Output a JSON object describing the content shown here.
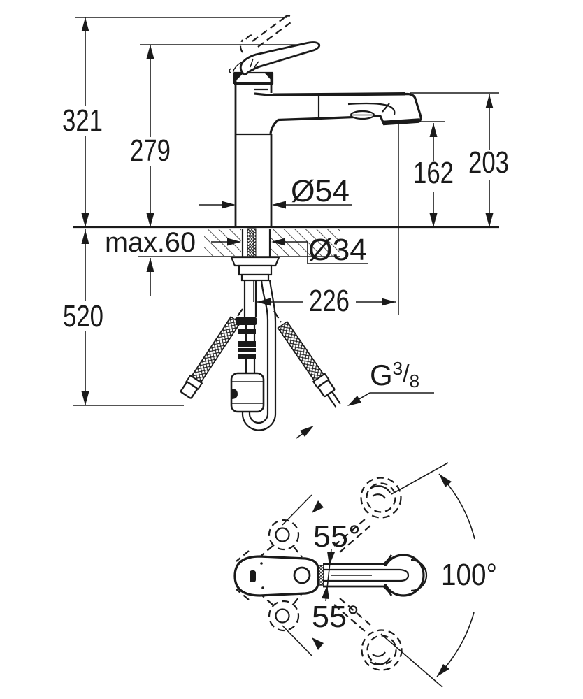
{
  "colors": {
    "ink": "#1a1a1a",
    "background": "#ffffff"
  },
  "side_view": {
    "dimensions": {
      "overall_height": "321",
      "body_height": "279",
      "spout_outlet_height": "162",
      "spout_top_height": "203",
      "base_diameter": "Ø54",
      "mounting_thickness": "max.60",
      "hole_diameter": "Ø34",
      "spout_reach": "226",
      "hose_drop": "520"
    },
    "thread_callout": {
      "prefix": "G",
      "numerator": "3",
      "slash": "/",
      "denominator": "8"
    }
  },
  "plan_view": {
    "dimensions": {
      "swivel_upper": "55°",
      "swivel_lower": "55°",
      "swivel_total": "100°"
    }
  }
}
